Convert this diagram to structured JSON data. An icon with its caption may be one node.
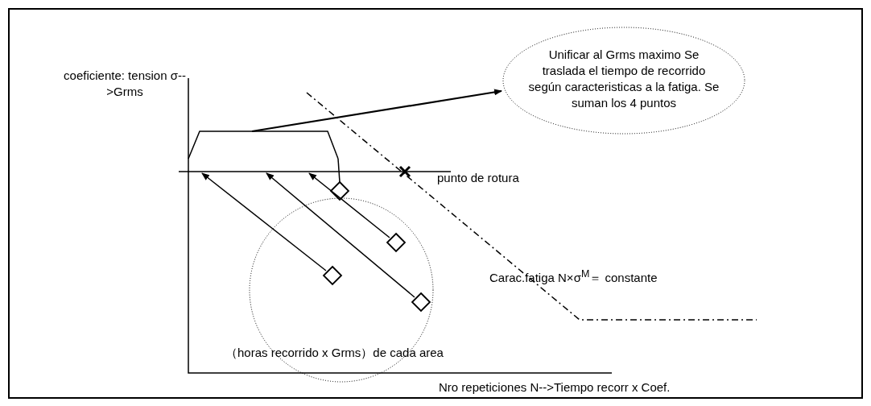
{
  "diagram": {
    "nodes": [
      {
        "text": [
          "Unificar al Grms maximo Se traslada el tiempo de recorrido según caracteristicas a la fatiga. Se suman los 4 puntos"
        ]
      },
      {
        "text": [],
        "shape": "trapezoid"
      },
      {
        "text": [],
        "shape": "diamond"
      },
      {
        "text": [],
        "shape": "diamond"
      },
      {
        "text": [],
        "shape": "diamond"
      },
      {
        "text": [],
        "shape": "diamond"
      }
    ],
    "edges": [
      {
        "from": 1,
        "to": 0,
        "arrow": "to"
      },
      {
        "from": 1,
        "to": 3,
        "arrow": "none"
      },
      {
        "from": 2,
        "to": 1,
        "arrow": "to"
      },
      {
        "from": 5,
        "to": 1,
        "arrow": "to"
      },
      {
        "from": 4,
        "to": 1,
        "arrow": "to"
      }
    ],
    "labels": [
      "coeficiente: tension σ-->Grms",
      "punto de rotura",
      "Carac.fatiga N×σ$^{M}$＝ constante",
      "（horas recorrido x Grms）de cada area",
      "Nro repeticiones N-->Tiempo recorr x Coef."
    ]
  }
}
